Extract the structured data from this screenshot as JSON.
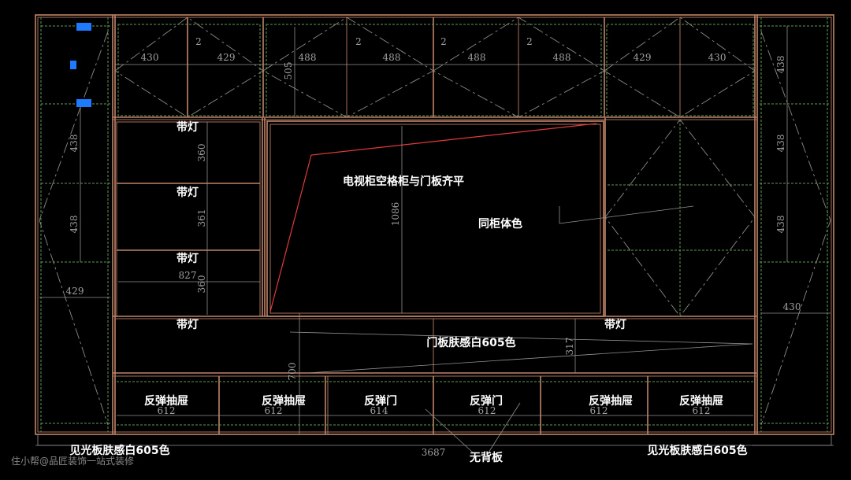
{
  "colors": {
    "frame": "#c08468",
    "hidden_line": "#5f9a52",
    "dimension": "#909090",
    "tv_outline": "#e03a3a",
    "grip": "#1e7bff"
  },
  "top_dims": {
    "d1": "430",
    "d2": "429",
    "gap1": "2",
    "d3": "488",
    "gap2": "2",
    "d4": "488",
    "gap3": "2",
    "d5": "488",
    "gap4": "2",
    "d6": "488",
    "d7": "429",
    "d8": "430",
    "height": "505"
  },
  "left_dims": {
    "h1": "438",
    "h2": "438",
    "w": "429"
  },
  "right_dims": {
    "h1": "438",
    "h2": "438",
    "h3": "438",
    "w": "430"
  },
  "left_shelves": {
    "light1": "带灯",
    "light2": "带灯",
    "light3": "带灯",
    "light4": "带灯",
    "h1": "360",
    "h2": "361",
    "h3": "360",
    "w": "827"
  },
  "tv": {
    "note": "电视柜空格柜与门板齐平",
    "height": "1086",
    "color_note": "同柜体色",
    "light": "带灯"
  },
  "base": {
    "door_note": "门板肤感白605色",
    "h1": "317",
    "h2": "700"
  },
  "drawers": [
    {
      "label": "反弹抽屉",
      "width": "612"
    },
    {
      "label": "反弹抽屉",
      "width": "612"
    },
    {
      "label": "反弹门",
      "width": "614"
    },
    {
      "label": "反弹门",
      "width": "612"
    },
    {
      "label": "反弹抽屉",
      "width": "612"
    },
    {
      "label": "反弹抽屉",
      "width": "612"
    }
  ],
  "bottom": {
    "left_note": "见光板肤感白605色",
    "total_width": "3687",
    "no_back": "无背板",
    "right_note": "见光板肤感白605色"
  },
  "watermark": "住小帮@品匠装饰一站式装修"
}
